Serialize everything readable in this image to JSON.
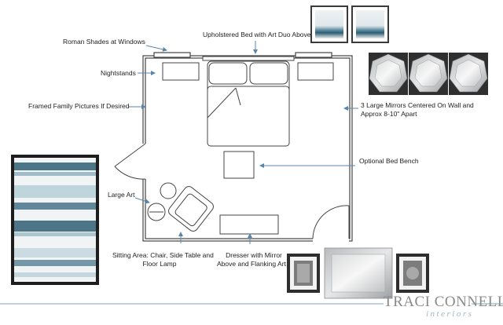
{
  "labels": {
    "roman_shades": "Roman Shades at Windows",
    "bed": "Upholstered Bed with Art Duo Above",
    "nightstands": "Nightstands",
    "family_pictures": "Framed Family Pictures If Desired",
    "mirrors_line1": "3 Large Mirrors Centered On Wall and",
    "mirrors_line2": "Approx 8-10\" Apart",
    "bed_bench": "Optional Bed Bench",
    "large_art": "Large Art",
    "sitting_line1": "Sitting Area: Chair, Side Table and",
    "sitting_line2": "Floor Lamp",
    "dresser_line1": "Dresser with Mirror",
    "dresser_line2": "Above and Flanking Art"
  },
  "brand": {
    "line1": "TRACI CONNELL",
    "line2": "interiors"
  },
  "colors": {
    "line": "#444444",
    "arrow": "#5b85a8",
    "accent_blue": "#2f5e74",
    "brand_gray": "#8a8a8a",
    "brand_blue": "#9fb8c2",
    "divider": "#7fa6bd"
  }
}
